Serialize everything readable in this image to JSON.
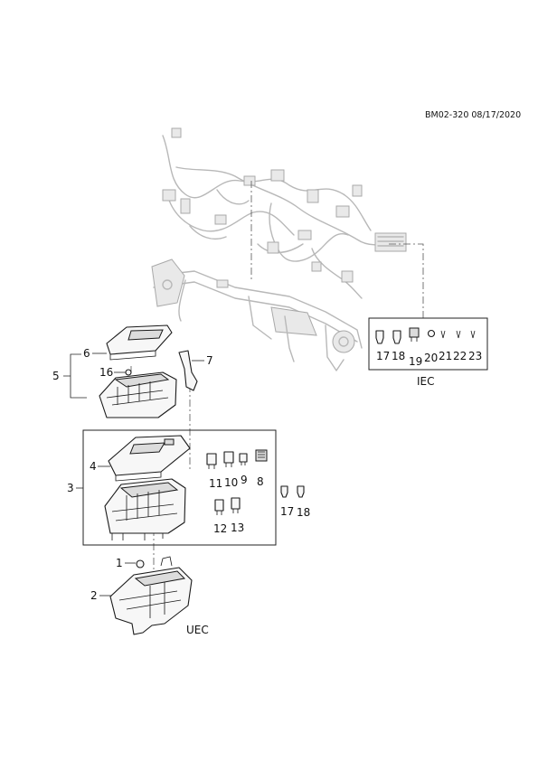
{
  "header": {
    "code": "BM02-320 08/17/2020"
  },
  "callouts": {
    "c1": "1",
    "c2": "2",
    "c3": "3",
    "c4": "4",
    "c5": "5",
    "c6": "6",
    "c7": "7",
    "c8": "8",
    "c9": "9",
    "c10": "10",
    "c11": "11",
    "c12": "12",
    "c13": "13",
    "c16": "16",
    "c17a": "17",
    "c18a": "18",
    "c17b": "17",
    "c18b": "18",
    "c19": "19",
    "c20": "20",
    "c21": "21",
    "c22": "22",
    "c23": "23"
  },
  "groups": {
    "iec": "IEC",
    "uec": "UEC"
  }
}
